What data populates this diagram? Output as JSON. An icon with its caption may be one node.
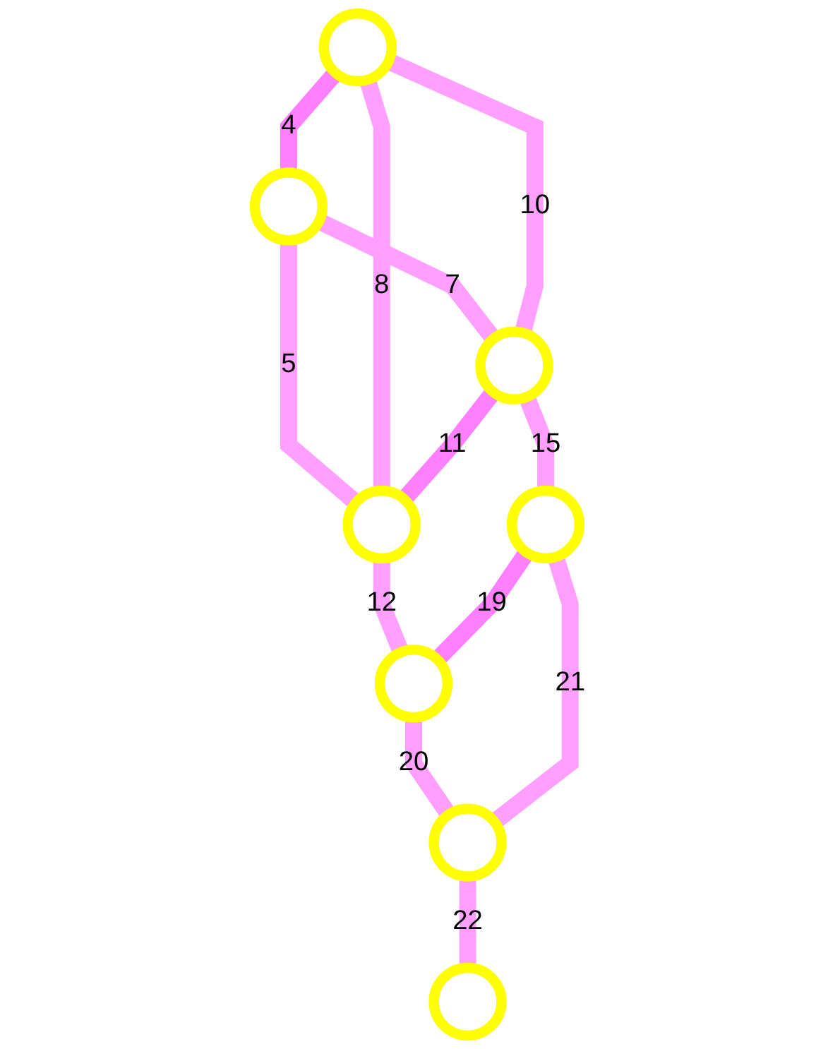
{
  "diagram": {
    "nodes": [
      {
        "text": [],
        "shape": "circle"
      },
      {
        "text": [],
        "shape": "circle"
      },
      {
        "text": [],
        "shape": "circle"
      },
      {
        "text": [],
        "shape": "circle"
      },
      {
        "text": [],
        "shape": "circle"
      },
      {
        "text": [],
        "shape": "circle"
      },
      {
        "text": [],
        "shape": "circle"
      },
      {
        "text": [],
        "shape": "circle"
      }
    ],
    "edges": [
      {
        "from": 0,
        "to": 1,
        "arrow": "none",
        "label": "4",
        "color": "#ff80ff"
      },
      {
        "from": 1,
        "to": 3,
        "arrow": "none",
        "label": "5"
      },
      {
        "from": 1,
        "to": 2,
        "arrow": "none",
        "label": "7"
      },
      {
        "from": 0,
        "to": 3,
        "arrow": "none",
        "label": "8"
      },
      {
        "from": 0,
        "to": 2,
        "arrow": "none",
        "label": "10"
      },
      {
        "from": 2,
        "to": 3,
        "arrow": "none",
        "label": "11",
        "color": "#ff80ff"
      },
      {
        "from": 3,
        "to": 5,
        "arrow": "none",
        "label": "12"
      },
      {
        "from": 2,
        "to": 4,
        "arrow": "none",
        "label": "15"
      },
      {
        "from": 4,
        "to": 5,
        "arrow": "none",
        "label": "19",
        "color": "#ff80ff"
      },
      {
        "from": 5,
        "to": 6,
        "arrow": "none",
        "label": "20"
      },
      {
        "from": 4,
        "to": 6,
        "arrow": "none",
        "label": "21"
      },
      {
        "from": 6,
        "to": 7,
        "arrow": "none",
        "label": "22"
      }
    ]
  }
}
